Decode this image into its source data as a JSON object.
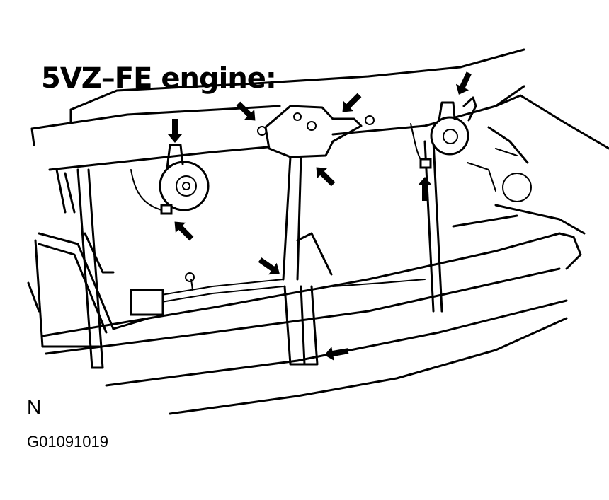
{
  "diagram": {
    "title": "5VZ–FE engine:",
    "mark": "N",
    "figure_id": "G01091019",
    "callout_arrow_count": 9,
    "callout_icon": "arrow-icon"
  }
}
